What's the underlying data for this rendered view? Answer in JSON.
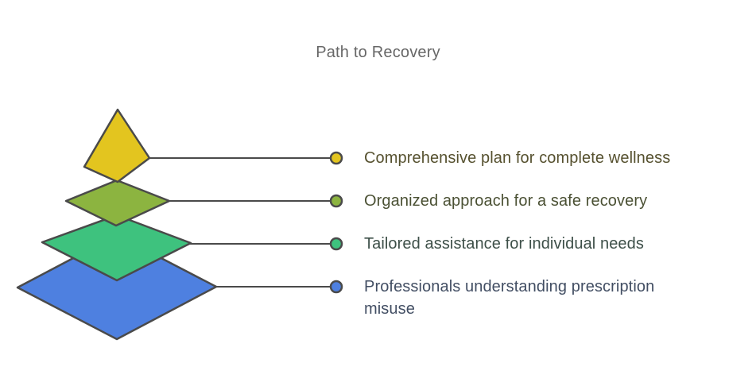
{
  "title": "Path to Recovery",
  "stroke_color": "#4a4a4a",
  "background_color": "#ffffff",
  "levels": [
    {
      "rank": 1,
      "label": "Comprehensive plan for complete wellness",
      "shape": "pyramid-top",
      "fill_color": "#e3c51f",
      "text_color": "#56512f"
    },
    {
      "rank": 2,
      "label": "Organized approach for a safe recovery",
      "shape": "diamond",
      "fill_color": "#8cb440",
      "text_color": "#4b5134"
    },
    {
      "rank": 3,
      "label": "Tailored assistance for individual needs",
      "shape": "diamond",
      "fill_color": "#3ec27e",
      "text_color": "#3d4f48"
    },
    {
      "rank": 4,
      "label": "Professionals understanding prescription misuse",
      "shape": "diamond",
      "fill_color": "#4e80e0",
      "text_color": "#424e63"
    }
  ]
}
